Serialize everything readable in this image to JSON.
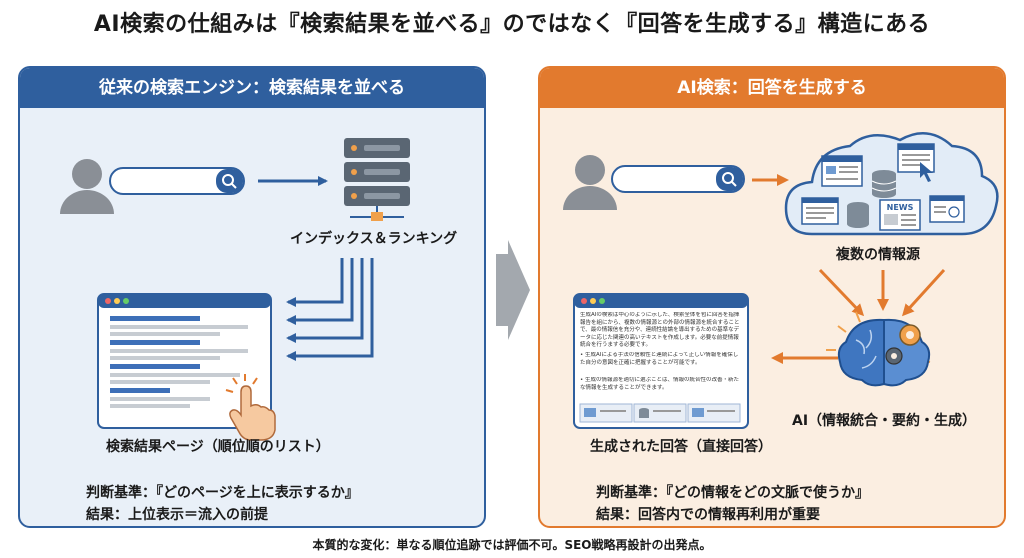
{
  "title": "AI検索の仕組みは『検索結果を並べる』のではなく『回答を生成する』構造にある",
  "left": {
    "header": "従来の検索エンジン：検索結果を並べる",
    "index_label": "インデックス＆ランキング",
    "result_label": "検索結果ページ（順位順のリスト）",
    "criteria": [
      "判断基準：『どのページを上に表示するか』",
      "結果：上位表示＝流入の前提"
    ]
  },
  "right": {
    "header": "AI検索：回答を生成する",
    "sources_label": "複数の情報源",
    "ai_label": "AI（情報統合・要約・生成）",
    "answer_label": "生成された回答（直接回答）",
    "news_label": "NEWS",
    "answer_text": "生成AIの検索は中心のように示した、検索全体を包に回答を指揮報告を組にから、複数の情報源との外部の情報源を統合することで、最の情報信を充分や、連続性結論を導出するための基準なデータに応じた関連の高いテキストを作成します。必要な前提情報統合を行うまする必要です。",
    "answer_bullets": [
      "生成AIによる手法の信頼性と連続によって正しい情報を確保した自分の意図を正確に把握することが可能です。",
      "生成の情報源を適切に選ぶことは、情報の統合性の改善・新たな情報を生成することができます。"
    ],
    "criteria": [
      "判断基準：『どの情報をどの文脈で使うか』",
      "結果：回答内での情報再利用が重要"
    ]
  },
  "footer": "本質的な変化：単なる順位追跡では評価不可。SEO戦略再設計の出発点。",
  "colors": {
    "blue": "#2f5f9e",
    "orange": "#e27a2e",
    "left_bg": "#e9f0f8",
    "right_bg": "#fbeee1"
  }
}
